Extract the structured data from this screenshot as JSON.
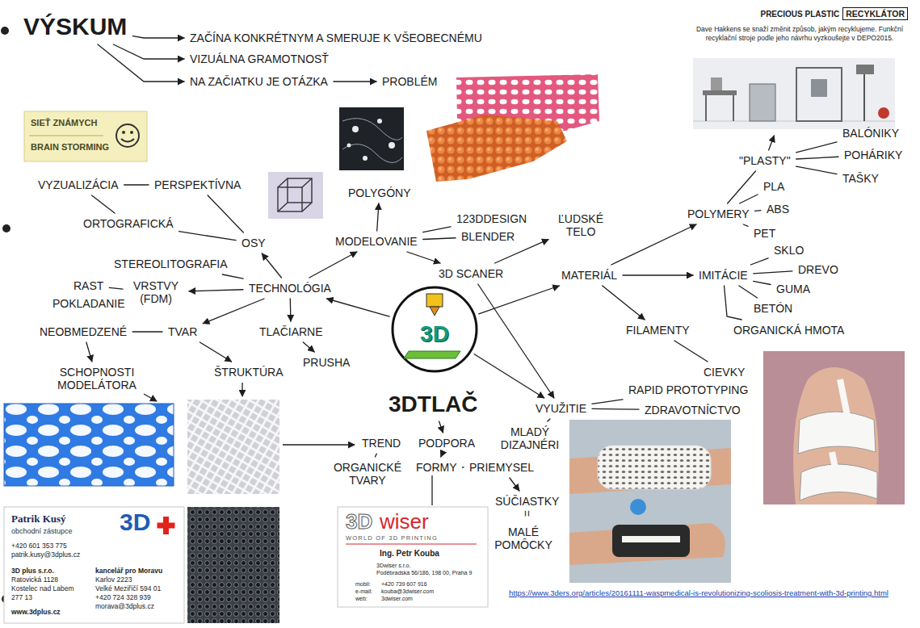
{
  "diagram": {
    "nodes": [
      {
        "text": [
          "VÝSKUM"
        ]
      },
      {
        "text": [
          "ZAČÍNA KONKRÉTNYM A SMERUJE K VŠEOBECNÉMU"
        ]
      },
      {
        "text": [
          "VIZUÁLNA GRAMOTNOSŤ"
        ]
      },
      {
        "text": [
          "NA ZAČIATKU JE OTÁZKA"
        ]
      },
      {
        "text": [
          "PROBLÉM"
        ]
      },
      {
        "text": [
          "PRECIOUS PLASTIC",
          "RECYKLÁTOR",
          "Dave Hakkens se snaží změnit způsob, jakým recyklujeme. Funkční recyklační stroje podle jeho návrhu vyzkoušejte v DEPO2015."
        ]
      },
      {
        "text": [
          "BALÓNIKY"
        ]
      },
      {
        "text": [
          "\"PLASTY\""
        ]
      },
      {
        "text": [
          "POHÁRIKY"
        ]
      },
      {
        "text": [
          "TAŠKY"
        ]
      },
      {
        "text": [
          "VYZUALIZÁCIA"
        ]
      },
      {
        "text": [
          "PERSPEKTÍVNA"
        ]
      },
      {
        "text": [
          "POLYGÓNY"
        ]
      },
      {
        "text": [
          "PLA"
        ]
      },
      {
        "text": [
          "ORTOGRAFICKÁ"
        ]
      },
      {
        "text": [
          "OSY"
        ]
      },
      {
        "text": [
          "MODELOVANIE"
        ]
      },
      {
        "text": [
          "123DDESIGN"
        ]
      },
      {
        "text": [
          "BLENDER"
        ]
      },
      {
        "text": [
          "ĽUDSKÉ TELO"
        ]
      },
      {
        "text": [
          "POLYMERY"
        ]
      },
      {
        "text": [
          "ABS"
        ]
      },
      {
        "text": [
          "PET"
        ]
      },
      {
        "text": [
          "STEREOLITOGRAFIA"
        ]
      },
      {
        "text": [
          "SKLO"
        ]
      },
      {
        "text": [
          "RAST"
        ]
      },
      {
        "text": [
          "VRSTVY (FDM)"
        ]
      },
      {
        "text": [
          "TECHNOLÓGIA"
        ]
      },
      {
        "text": [
          "3D SCANER"
        ]
      },
      {
        "text": [
          "MATERIÁL"
        ]
      },
      {
        "text": [
          "IMITÁCIE"
        ]
      },
      {
        "text": [
          "DREVO"
        ]
      },
      {
        "text": [
          "POKLADANIE"
        ]
      },
      {
        "text": [
          "GUMA"
        ]
      },
      {
        "text": [
          "BETÓN"
        ]
      },
      {
        "text": [
          "NEOBMEDZENÉ"
        ]
      },
      {
        "text": [
          "TVAR"
        ]
      },
      {
        "text": [
          "TLAČIARNE"
        ]
      },
      {
        "text": [
          "FILAMENTY"
        ]
      },
      {
        "text": [
          "ORGANICKÁ HMOTA"
        ]
      },
      {
        "text": [
          "3D"
        ]
      },
      {
        "text": [
          "PRUSHA"
        ]
      },
      {
        "text": [
          "SCHOPNOSTI MODELÁTORA"
        ]
      },
      {
        "text": [
          "ŠTRUKTÚRA"
        ]
      },
      {
        "text": [
          "CIEVKY"
        ]
      },
      {
        "text": [
          "RAPID PROTOTYPING"
        ]
      },
      {
        "text": [
          "3DTLAČ"
        ]
      },
      {
        "text": [
          "VYUŽITIE"
        ]
      },
      {
        "text": [
          "ZDRAVOTNÍCTVO"
        ]
      },
      {
        "text": [
          "TREND"
        ]
      },
      {
        "text": [
          "PODPORA"
        ]
      },
      {
        "text": [
          "MLADÝ DIZAJNÉRI"
        ]
      },
      {
        "text": [
          "ORGANICKÉ TVARY"
        ]
      },
      {
        "text": [
          "FORMY"
        ]
      },
      {
        "text": [
          "PRIEMYSEL"
        ]
      },
      {
        "text": [
          "SÚČIASTKY"
        ]
      },
      {
        "text": [
          "MALÉ POMÔCKY"
        ]
      }
    ],
    "edges": [
      {
        "from": 0,
        "to": 1,
        "arrow": "to"
      },
      {
        "from": 0,
        "to": 2,
        "arrow": "to"
      },
      {
        "from": 0,
        "to": 3,
        "arrow": "to"
      },
      {
        "from": 3,
        "to": 4,
        "arrow": "to"
      },
      {
        "from": 7,
        "to": 5,
        "arrow": "to"
      },
      {
        "from": 7,
        "to": 6,
        "arrow": "none"
      },
      {
        "from": 7,
        "to": 8,
        "arrow": "none"
      },
      {
        "from": 7,
        "to": 9,
        "arrow": "none"
      },
      {
        "from": 20,
        "to": 7,
        "arrow": "none"
      },
      {
        "from": 20,
        "to": 13,
        "arrow": "none"
      },
      {
        "from": 20,
        "to": 21,
        "arrow": "none"
      },
      {
        "from": 20,
        "to": 22,
        "arrow": "none"
      },
      {
        "from": 10,
        "to": 11,
        "arrow": "none"
      },
      {
        "from": 10,
        "to": 14,
        "arrow": "none"
      },
      {
        "from": 14,
        "to": 15,
        "arrow": "none"
      },
      {
        "from": 11,
        "to": 15,
        "arrow": "none"
      },
      {
        "from": 27,
        "to": 15,
        "arrow": "to"
      },
      {
        "from": 27,
        "to": 16,
        "arrow": "to"
      },
      {
        "from": 16,
        "to": 12,
        "arrow": "to"
      },
      {
        "from": 16,
        "to": 17,
        "arrow": "none"
      },
      {
        "from": 16,
        "to": 18,
        "arrow": "none"
      },
      {
        "from": 16,
        "to": 28,
        "arrow": "to"
      },
      {
        "from": 28,
        "to": 19,
        "arrow": "to"
      },
      {
        "from": 28,
        "to": 47,
        "arrow": "to"
      },
      {
        "from": 27,
        "to": 23,
        "arrow": "none"
      },
      {
        "from": 27,
        "to": 26,
        "arrow": "to"
      },
      {
        "from": 25,
        "to": 26,
        "arrow": "none"
      },
      {
        "from": 27,
        "to": 36,
        "arrow": "to"
      },
      {
        "from": 35,
        "to": 36,
        "arrow": "none"
      },
      {
        "from": 35,
        "to": 42,
        "arrow": "to"
      },
      {
        "from": 36,
        "to": 43,
        "arrow": "to"
      },
      {
        "from": 27,
        "to": 37,
        "arrow": "to"
      },
      {
        "from": 37,
        "to": 41,
        "arrow": "to"
      },
      {
        "from": 40,
        "to": 27,
        "arrow": "to"
      },
      {
        "from": 40,
        "to": 29,
        "arrow": "to"
      },
      {
        "from": 40,
        "to": 47,
        "arrow": "to"
      },
      {
        "from": 29,
        "to": 20,
        "arrow": "to"
      },
      {
        "from": 29,
        "to": 30,
        "arrow": "to"
      },
      {
        "from": 29,
        "to": 38,
        "arrow": "to"
      },
      {
        "from": 38,
        "to": 44,
        "arrow": "none"
      },
      {
        "from": 30,
        "to": 24,
        "arrow": "none"
      },
      {
        "from": 30,
        "to": 31,
        "arrow": "none"
      },
      {
        "from": 30,
        "to": 33,
        "arrow": "none"
      },
      {
        "from": 30,
        "to": 34,
        "arrow": "none"
      },
      {
        "from": 30,
        "to": 39,
        "arrow": "none"
      },
      {
        "from": 47,
        "to": 45,
        "arrow": "none"
      },
      {
        "from": 47,
        "to": 48,
        "arrow": "none"
      },
      {
        "from": 47,
        "to": 51,
        "arrow": "none"
      },
      {
        "from": 46,
        "to": 50,
        "arrow": "to"
      },
      {
        "from": 50,
        "to": 53,
        "arrow": "to"
      },
      {
        "from": 53,
        "to": 54,
        "arrow": "none"
      },
      {
        "from": 54,
        "to": 55,
        "arrow": "to"
      },
      {
        "from": 49,
        "to": 52,
        "arrow": "none"
      }
    ],
    "labels": [
      "SIEŤ ZNÁMYCH",
      "BRAIN STORMING",
      "Patrik Kusý",
      "obchodní zástupce",
      "3D",
      "+420 601 353 775",
      "patrik.kusy@3dplus.cz",
      "3D plus s.r.o.",
      "Ratovická 1128",
      "Kostelec nad Labem",
      "277 13",
      "www.3dplus.cz",
      "kancelář pro Moravu",
      "Karlov 2223",
      "Velké Meziříčí 594 01",
      "+420 724 328 939",
      "morava@3dplus.cz",
      "3D",
      "wiser",
      "WORLD OF 3D PRINTING",
      "Ing. Petr Kouba",
      "3Dwiser s.r.o.",
      "Poděbradská 56/186, 198 00, Praha 9",
      "mobil:",
      "+420 739 607 916",
      "e-mail:",
      "kouba@3dwiser.com",
      "web:",
      "3dwiser.com",
      "=",
      "https://www.3ders.org/articles/20161111-waspmedical-is-revolutionizing-scoliosis-treatment-with-3d-printing.html"
    ]
  }
}
